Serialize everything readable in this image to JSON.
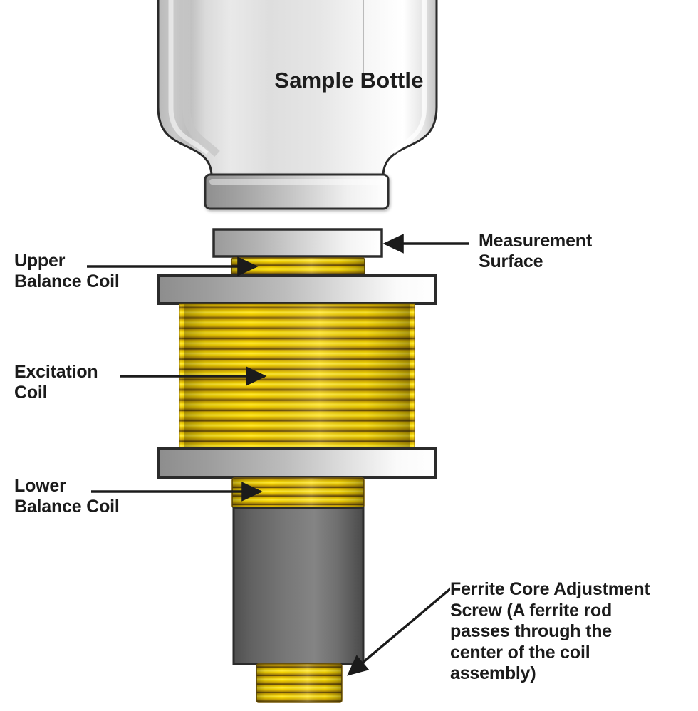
{
  "diagram": {
    "title": "Sample Bottle",
    "background_color": "#ffffff",
    "labels": {
      "sample_bottle": "Sample Bottle",
      "measurement_surface": "Measurement\nSurface",
      "upper_balance_coil": "Upper\nBalance Coil",
      "excitation_coil": "Excitation\nCoil",
      "lower_balance_coil": "Lower\nBalance Coil",
      "ferrite_screw": "Ferrite Core Adjustment\nScrew (A  ferrite  rod\npasses through the\ncenter of the coil\nassembly)"
    },
    "colors": {
      "coil_bright": "#f7d900",
      "coil_mid": "#e8c000",
      "coil_dark": "#8a6a10",
      "metal_light": "#ffffff",
      "metal_mid": "#9a9a9a",
      "metal_dark": "#6e6e6e",
      "body_dark": "#585858",
      "outline": "#262626",
      "text": "#1b1b1b",
      "text_halo": "#ffffff"
    },
    "parts": [
      {
        "name": "sample-bottle",
        "label": "Sample Bottle"
      },
      {
        "name": "bottle-base-ring",
        "label": ""
      },
      {
        "name": "measurement-surface",
        "label": "Measurement Surface"
      },
      {
        "name": "upper-balance-coil",
        "label": "Upper Balance Coil"
      },
      {
        "name": "upper-flange",
        "label": ""
      },
      {
        "name": "excitation-coil",
        "label": "Excitation Coil"
      },
      {
        "name": "lower-flange",
        "label": ""
      },
      {
        "name": "lower-balance-coil",
        "label": "Lower Balance Coil"
      },
      {
        "name": "core-body",
        "label": ""
      },
      {
        "name": "ferrite-adjustment-screw",
        "label": "Ferrite Core Adjustment Screw"
      }
    ]
  }
}
